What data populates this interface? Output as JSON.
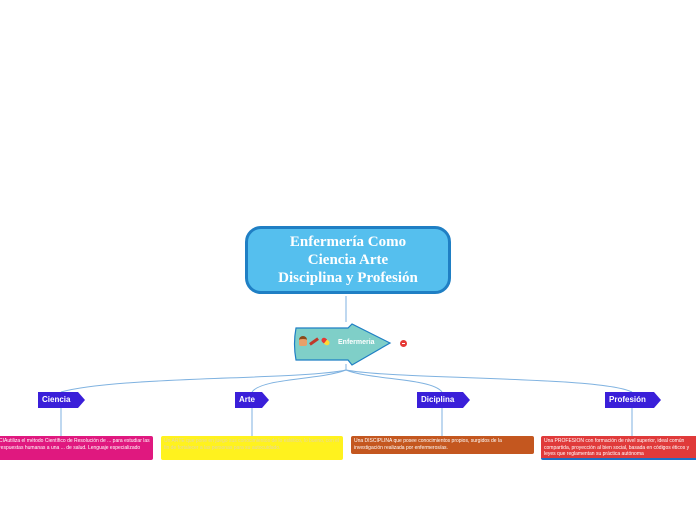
{
  "central": {
    "title": "Enfermería Como\nCiencia Arte\nDisciplina y Profesión"
  },
  "node": {
    "label": "Enfermeria",
    "icons": [
      "nurse-icon",
      "syringe-icon",
      "pill-icon"
    ]
  },
  "branches": [
    {
      "label": "Ciencia",
      "text": "CIAutiliza el método Científico de Resolución de ... para estudiar las respuestas humanas a una ... de salud. Lenguaje especializado"
    },
    {
      "label": "Arte",
      "text": "Un ARTE que pone en juego sus conocimientos de lo estético, lo bueno, con el fin de fortalecer a las personas para su autocuidado."
    },
    {
      "label": "Diciplina",
      "text": "Una DISCIPLINA que posee conocimientos propios, surgidos de la investigación realizada por enfermeros/as."
    },
    {
      "label": "Profesión",
      "text": "Una PROFESION con formación de nivel superior, ideal común compartida, proyección al bien social, basada en códigos éticos y leyes que reglamentan su práctica autónoma"
    }
  ],
  "colors": {
    "title_fill": "#55bfee",
    "title_border": "#1f7fc4",
    "arrow_fill": "#7fcfc8",
    "branch_fill": "#3a1fd9",
    "line": "#7fb2e0"
  }
}
